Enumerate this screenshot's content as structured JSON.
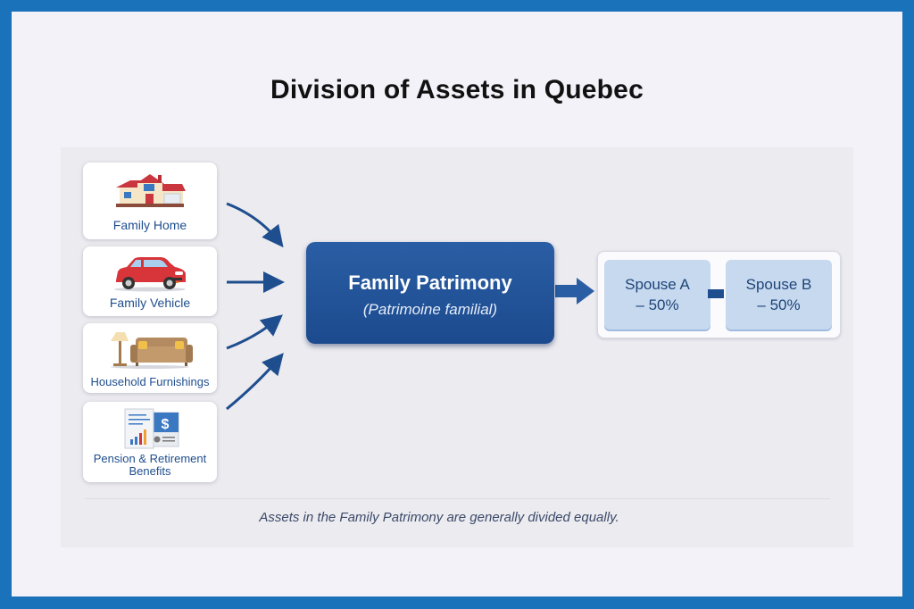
{
  "title": "Division of Assets in Quebec",
  "assets": [
    {
      "label": "Family Home",
      "icon": "house-icon"
    },
    {
      "label": "Family Vehicle",
      "icon": "car-icon"
    },
    {
      "label": "Household Furnishings",
      "icon": "sofa-lamp-icon"
    },
    {
      "label_line1": "Pension & Retirement",
      "label_line2": "Benefits",
      "icon": "pension-documents-icon"
    }
  ],
  "patrimony": {
    "title": "Family Patrimony",
    "subtitle": "(Patrimoine familial)"
  },
  "split": {
    "spouse_a": {
      "name": "Spouse A",
      "share": "– 50%"
    },
    "spouse_b": {
      "name": "Spouse B",
      "share": "– 50%"
    }
  },
  "footnote": "Assets in the Family Patrimony are generally divided equally.",
  "colors": {
    "border_blue": "#1a72bb",
    "primary_navy": "#1f4e8f",
    "spouse_box": "#c6d9ef",
    "background": "#f3f2f8"
  }
}
